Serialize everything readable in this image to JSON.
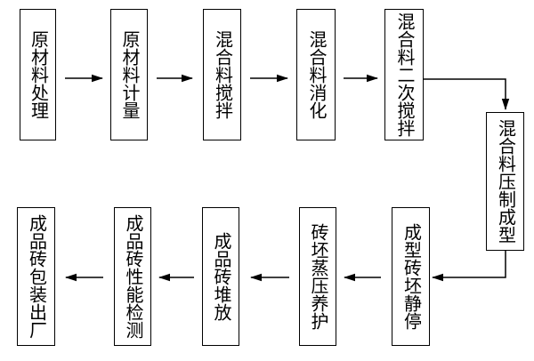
{
  "diagram": {
    "type": "flowchart",
    "description": "Brick production process flow; top row runs left-to-right, then flow turns down on the right side and the bottom row runs right-to-left.",
    "nodes": [
      {
        "label": "原材料处理"
      },
      {
        "label": "原材料计量"
      },
      {
        "label": "混合料搅拌"
      },
      {
        "label": "混合料消化"
      },
      {
        "label": "混合料二次搅拌"
      },
      {
        "label": "混合料压制成型"
      },
      {
        "label": "成型砖坯静停"
      },
      {
        "label": "砖坯蒸压养护"
      },
      {
        "label": "成品砖堆放"
      },
      {
        "label": "成品砖性能检测"
      },
      {
        "label": "成品砖包装出厂"
      }
    ],
    "edges": [
      {
        "from": "原材料处理",
        "to": "原材料计量"
      },
      {
        "from": "原材料计量",
        "to": "混合料搅拌"
      },
      {
        "from": "混合料搅拌",
        "to": "混合料消化"
      },
      {
        "from": "混合料消化",
        "to": "混合料二次搅拌"
      },
      {
        "from": "混合料二次搅拌",
        "to": "混合料压制成型"
      },
      {
        "from": "混合料压制成型",
        "to": "成型砖坯静停"
      },
      {
        "from": "成型砖坯静停",
        "to": "砖坯蒸压养护"
      },
      {
        "from": "砖坯蒸压养护",
        "to": "成品砖堆放"
      },
      {
        "from": "成品砖堆放",
        "to": "成品砖性能检测"
      },
      {
        "from": "成品砖性能检测",
        "to": "成品砖包装出厂"
      }
    ]
  },
  "colors": {
    "background": "#ffffff",
    "line": "#000000",
    "text": "#000000"
  }
}
